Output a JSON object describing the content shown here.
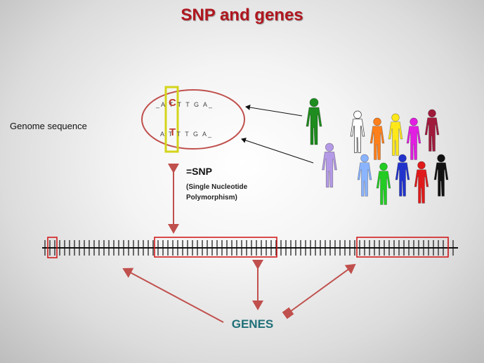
{
  "title": "SNP and genes",
  "genome_label": "Genome sequence",
  "sequence_top": "_A      T T T G A_",
  "sequence_bottom": "A      T T T G A_",
  "snp_letter_top": "C",
  "snp_letter_bottom": "T",
  "snp_heading": "=SNP",
  "snp_definition": "(Single Nucleotide Polymorphism)",
  "genes_label": "GENES",
  "colors": {
    "title": "#b0171f",
    "ellipse": "#c0504d",
    "snp_box": "#d4d41a",
    "gene_box": "#d01010",
    "arrow": "#c0504d",
    "genes_text": "#1f6f78"
  },
  "people_colors": [
    "#1e8c1e",
    "#b49ae6",
    "#ffffff",
    "#ff7f1a",
    "#ffe81a",
    "#e11ee1",
    "#a01a3c",
    "#8ab4ff",
    "#22cc22",
    "#2233cc",
    "#e01a1a",
    "#111111"
  ],
  "icons": [
    "person-icon",
    "arrow-icon"
  ]
}
